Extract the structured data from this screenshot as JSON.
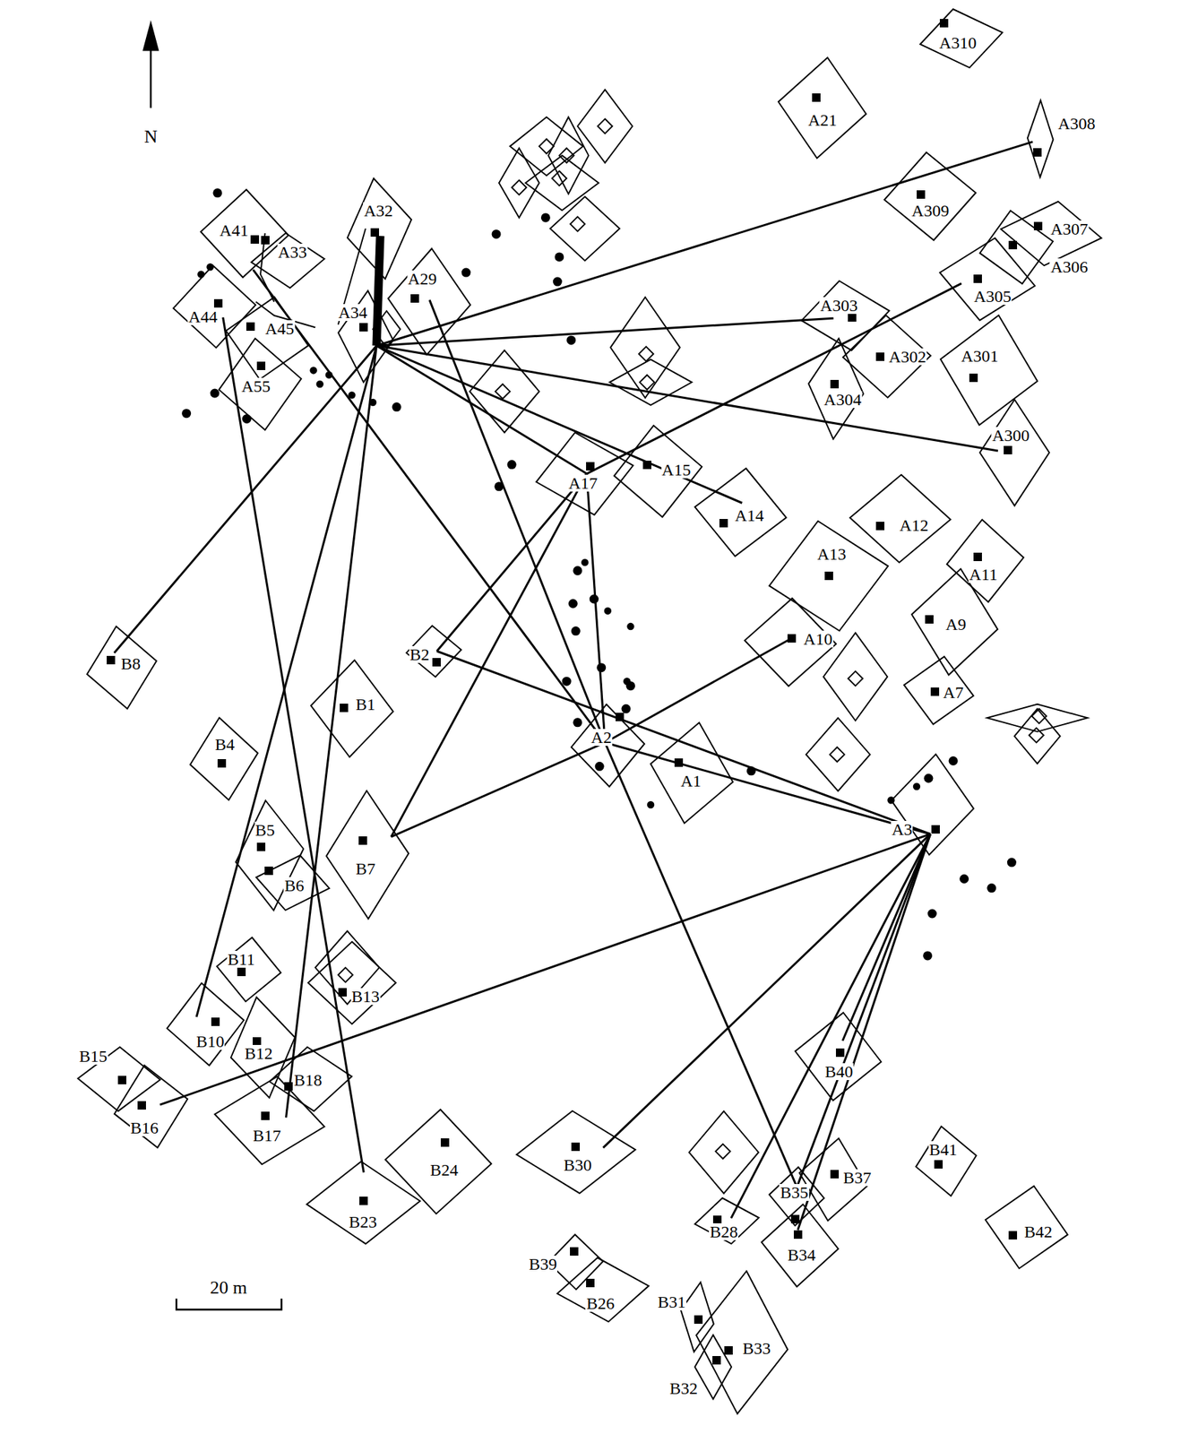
{
  "diagram": {
    "nodes": [
      {
        "text": [
          "A310"
        ]
      },
      {
        "text": [
          "A21"
        ]
      },
      {
        "text": [
          "A308"
        ]
      },
      {
        "text": [
          "A309"
        ]
      },
      {
        "text": [
          "A32"
        ]
      },
      {
        "text": [
          "A307"
        ]
      },
      {
        "text": [
          "A41"
        ]
      },
      {
        "text": [
          "A33"
        ]
      },
      {
        "text": [
          "A306"
        ]
      },
      {
        "text": [
          "A305"
        ]
      },
      {
        "text": [
          "A29"
        ]
      },
      {
        "text": [
          "A44"
        ]
      },
      {
        "text": [
          "A303"
        ]
      },
      {
        "text": [
          "A45"
        ]
      },
      {
        "text": [
          "A34"
        ]
      },
      {
        "text": [
          "A302"
        ]
      },
      {
        "text": [
          "A55"
        ]
      },
      {
        "text": [
          "A301"
        ]
      },
      {
        "text": [
          "A304"
        ]
      },
      {
        "text": [
          "A300"
        ]
      },
      {
        "text": [
          "A15"
        ]
      },
      {
        "text": [
          "A17"
        ]
      },
      {
        "text": [
          "A14"
        ]
      },
      {
        "text": [
          "A12"
        ]
      },
      {
        "text": [
          "A11"
        ]
      },
      {
        "text": [
          "A13"
        ]
      },
      {
        "text": [
          "A9"
        ]
      },
      {
        "text": [
          "A10"
        ]
      },
      {
        "text": [
          "B2"
        ]
      },
      {
        "text": [
          "B8"
        ]
      },
      {
        "text": [
          "A7"
        ]
      },
      {
        "text": [
          "B1"
        ]
      },
      {
        "text": [
          "A2"
        ]
      },
      {
        "text": [
          "B4"
        ]
      },
      {
        "text": [
          "A1"
        ]
      },
      {
        "text": [
          "A3"
        ]
      },
      {
        "text": [
          "B7"
        ]
      },
      {
        "text": [
          "B5"
        ]
      },
      {
        "text": [
          "B6"
        ]
      },
      {
        "text": [
          "B11"
        ]
      },
      {
        "text": [
          "B13"
        ]
      },
      {
        "text": [
          "B10"
        ]
      },
      {
        "text": [
          "B12"
        ]
      },
      {
        "text": [
          "B40"
        ]
      },
      {
        "text": [
          "B15"
        ]
      },
      {
        "text": [
          "B18"
        ]
      },
      {
        "text": [
          "B16"
        ]
      },
      {
        "text": [
          "B17"
        ]
      },
      {
        "text": [
          "B24"
        ]
      },
      {
        "text": [
          "B30"
        ]
      },
      {
        "text": [
          "B41"
        ]
      },
      {
        "text": [
          "B37"
        ]
      },
      {
        "text": [
          "B35"
        ]
      },
      {
        "text": [
          "B23"
        ]
      },
      {
        "text": [
          "B28"
        ]
      },
      {
        "text": [
          "B42"
        ]
      },
      {
        "text": [
          "B34"
        ]
      },
      {
        "text": [
          "B39"
        ]
      },
      {
        "text": [
          "B26"
        ]
      },
      {
        "text": [
          "B31"
        ]
      },
      {
        "text": [
          "B33"
        ]
      },
      {
        "text": [
          "B32"
        ]
      }
    ],
    "edges": [
      {
        "from": 4,
        "to": 14,
        "arrow": "none"
      },
      {
        "from": 14,
        "to": 2,
        "arrow": "none"
      },
      {
        "from": 14,
        "to": 12,
        "arrow": "none"
      },
      {
        "from": 14,
        "to": 19,
        "arrow": "none"
      },
      {
        "from": 14,
        "to": 22,
        "arrow": "none"
      },
      {
        "from": 14,
        "to": 21,
        "arrow": "none"
      },
      {
        "from": 14,
        "to": 29,
        "arrow": "none"
      },
      {
        "from": 14,
        "to": 41,
        "arrow": "none"
      },
      {
        "from": 14,
        "to": 47,
        "arrow": "none"
      },
      {
        "from": 7,
        "to": 32,
        "arrow": "none"
      },
      {
        "from": 10,
        "to": 32,
        "arrow": "none"
      },
      {
        "from": 32,
        "to": 52,
        "arrow": "none"
      },
      {
        "from": 11,
        "to": 53,
        "arrow": "none"
      },
      {
        "from": 21,
        "to": 28,
        "arrow": "none"
      },
      {
        "from": 21,
        "to": 36,
        "arrow": "none"
      },
      {
        "from": 21,
        "to": 32,
        "arrow": "none"
      },
      {
        "from": 9,
        "to": 21,
        "arrow": "none"
      },
      {
        "from": 28,
        "to": 35,
        "arrow": "none"
      },
      {
        "from": 32,
        "to": 27,
        "arrow": "none"
      },
      {
        "from": 32,
        "to": 35,
        "arrow": "none"
      },
      {
        "from": 36,
        "to": 32,
        "arrow": "none"
      },
      {
        "from": 35,
        "to": 46,
        "arrow": "none"
      },
      {
        "from": 35,
        "to": 49,
        "arrow": "none"
      },
      {
        "from": 35,
        "to": 43,
        "arrow": "none"
      },
      {
        "from": 35,
        "to": 54,
        "arrow": "none"
      },
      {
        "from": 35,
        "to": 56,
        "arrow": "none"
      },
      {
        "from": 35,
        "to": 52,
        "arrow": "none"
      }
    ],
    "labels": [
      "N",
      "20 m"
    ]
  }
}
